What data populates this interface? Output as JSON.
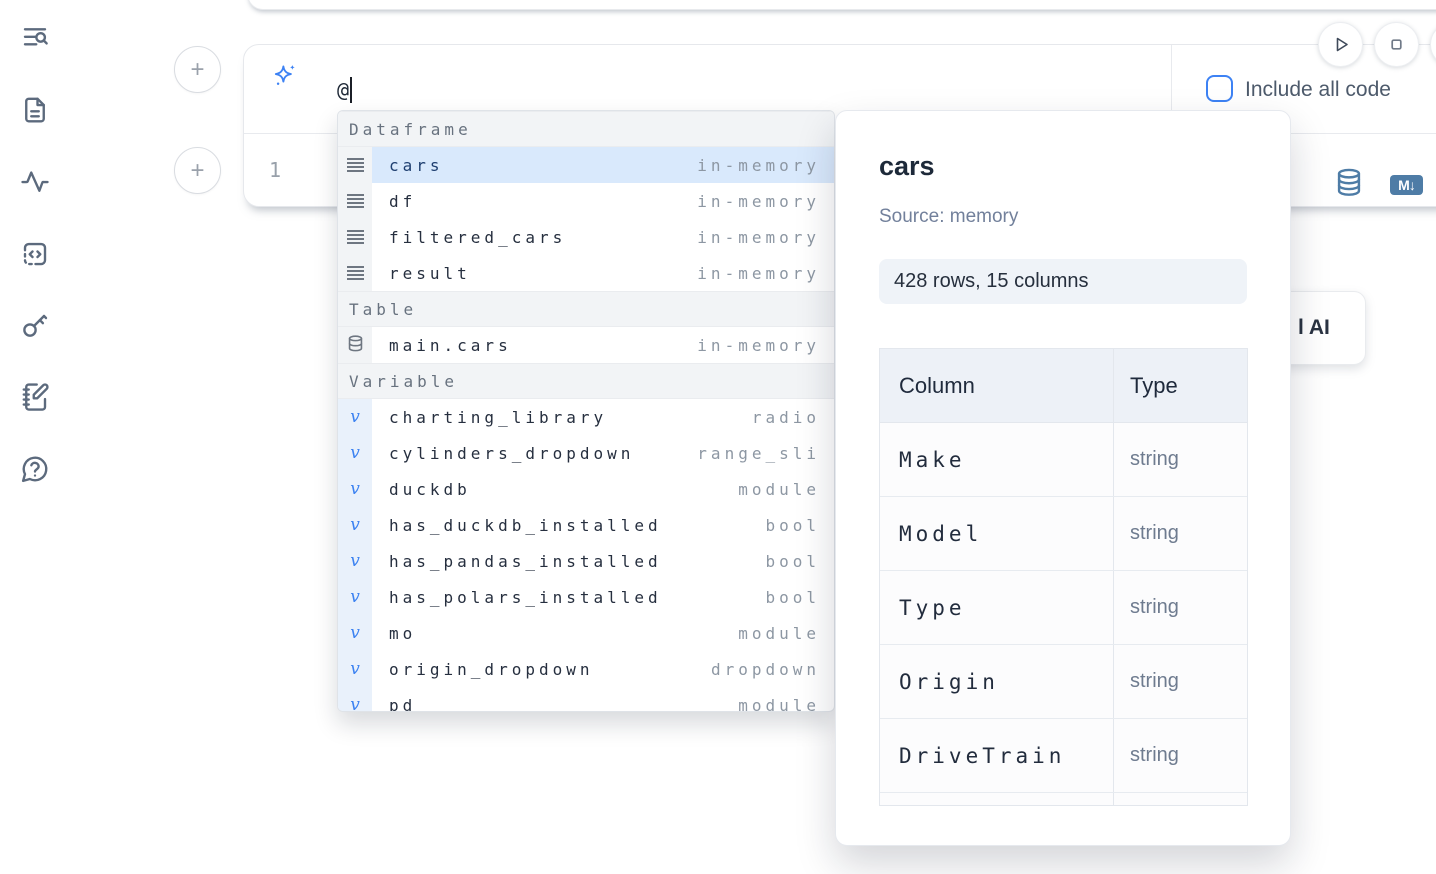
{
  "sidebar": {
    "icons": [
      "text-search-icon",
      "file-text-icon",
      "activity-icon",
      "code-square-icon",
      "key-icon",
      "notebook-pen-icon",
      "help-circle-icon"
    ]
  },
  "run_controls": {
    "play": "play-icon",
    "stop": "stop-icon"
  },
  "cell": {
    "prompt_value": "@",
    "include_all_code": {
      "label": "Include all code",
      "checked": false
    },
    "line_number": "1",
    "markdown_badge": "M↓",
    "output_icons": [
      "database-icon",
      "markdown-export-icon"
    ]
  },
  "autocomplete": {
    "rows": [
      {
        "kind": "header",
        "label": "Dataframe"
      },
      {
        "kind": "item",
        "name": "cars",
        "value": "in-memory",
        "icon_rows": true,
        "gutter": "plain",
        "state": "selected"
      },
      {
        "kind": "item",
        "name": "df",
        "value": "in-memory",
        "icon_rows": true,
        "gutter": "plain"
      },
      {
        "kind": "item",
        "name": "filtered_cars",
        "value": "in-memory",
        "icon_rows": true,
        "gutter": "plain"
      },
      {
        "kind": "item",
        "name": "result",
        "value": "in-memory",
        "icon_rows": true,
        "gutter": "plain"
      },
      {
        "kind": "header",
        "label": "Table"
      },
      {
        "kind": "item",
        "name": "main.cars",
        "value": "in-memory",
        "icon_db": true,
        "gutter": "plain"
      },
      {
        "kind": "header",
        "label": "Variable"
      },
      {
        "kind": "item",
        "name": "charting_library",
        "value": "radio",
        "icon_var": true,
        "gutter": "var"
      },
      {
        "kind": "item",
        "name": "cylinders_dropdown",
        "value": "range_sli",
        "icon_var": true,
        "gutter": "var"
      },
      {
        "kind": "item",
        "name": "duckdb",
        "value": "module",
        "icon_var": true,
        "gutter": "var"
      },
      {
        "kind": "item",
        "name": "has_duckdb_installed",
        "value": "bool",
        "icon_var": true,
        "gutter": "var"
      },
      {
        "kind": "item",
        "name": "has_pandas_installed",
        "value": "bool",
        "icon_var": true,
        "gutter": "var"
      },
      {
        "kind": "item",
        "name": "has_polars_installed",
        "value": "bool",
        "icon_var": true,
        "gutter": "var"
      },
      {
        "kind": "item",
        "name": "mo",
        "value": "module",
        "icon_var": true,
        "gutter": "var"
      },
      {
        "kind": "item",
        "name": "origin_dropdown",
        "value": "dropdown",
        "icon_var": true,
        "gutter": "var"
      },
      {
        "kind": "item",
        "name": "pd",
        "value": "module",
        "icon_var": true,
        "gutter": "var"
      }
    ]
  },
  "popup": {
    "title": "cars",
    "source": "Source: memory",
    "shape": "428 rows, 15 columns",
    "table": {
      "headers": [
        "Column",
        "Type"
      ],
      "rows": [
        {
          "column": "Make",
          "type": "string"
        },
        {
          "column": "Model",
          "type": "string"
        },
        {
          "column": "Type",
          "type": "string"
        },
        {
          "column": "Origin",
          "type": "string"
        },
        {
          "column": "DriveTrain",
          "type": "string"
        },
        {
          "column": "",
          "type": ""
        }
      ]
    }
  },
  "fragment": {
    "label": "l AI"
  },
  "colors": {
    "accent": "#3d82f4",
    "steel_blue": "#4e7ca6",
    "selected_row": "#d9e9fc",
    "gutter_variable": "#e9f1fb"
  }
}
